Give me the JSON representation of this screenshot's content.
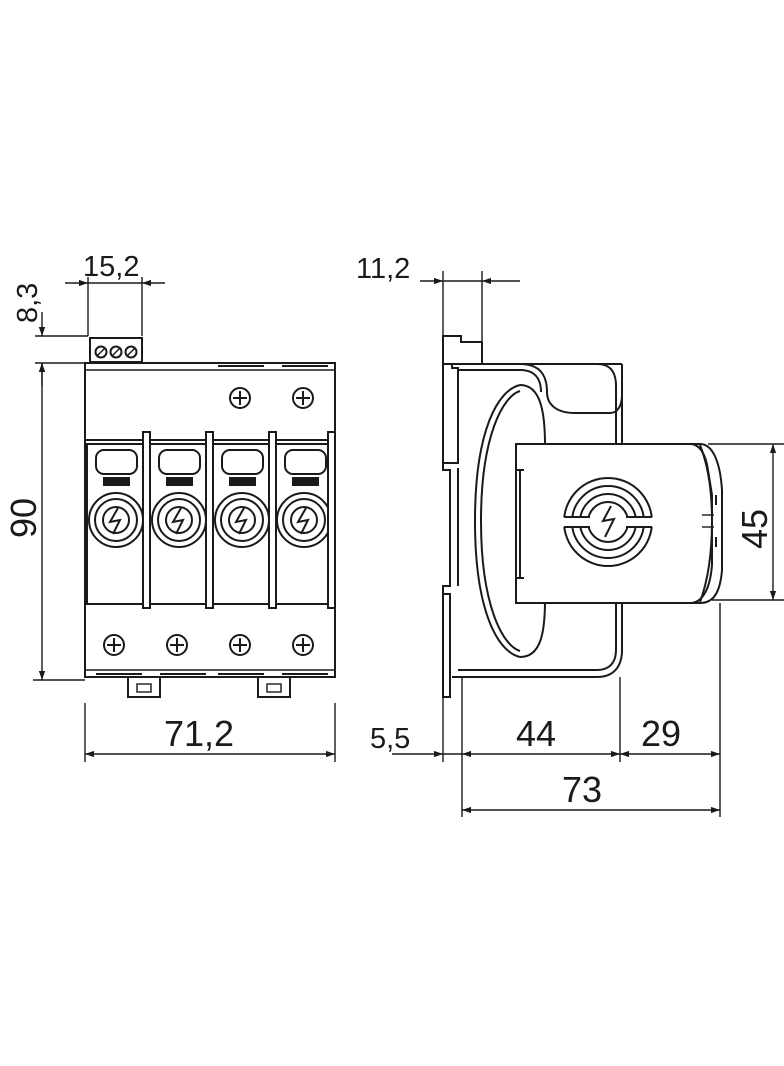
{
  "dimensions": {
    "front_terminal_width": "15,2",
    "front_terminal_height": "8,3",
    "front_height": "90",
    "front_width": "71,2",
    "side_terminal_width": "11,2",
    "side_module_height": "45",
    "side_offset": "5,5",
    "side_body_depth": "44",
    "side_handle_depth": "29",
    "side_total_depth": "73"
  },
  "colors": {
    "line": "#1a1a1a",
    "background": "#ffffff"
  },
  "icons": {
    "module_symbol": "lightning-bolt-in-circle-icon",
    "screw": "crosshead-screw-icon",
    "terminal": "terminal-block-icon"
  },
  "front_view": {
    "module_count": 4,
    "top_screw_count": 2,
    "bottom_screw_count": 4
  }
}
